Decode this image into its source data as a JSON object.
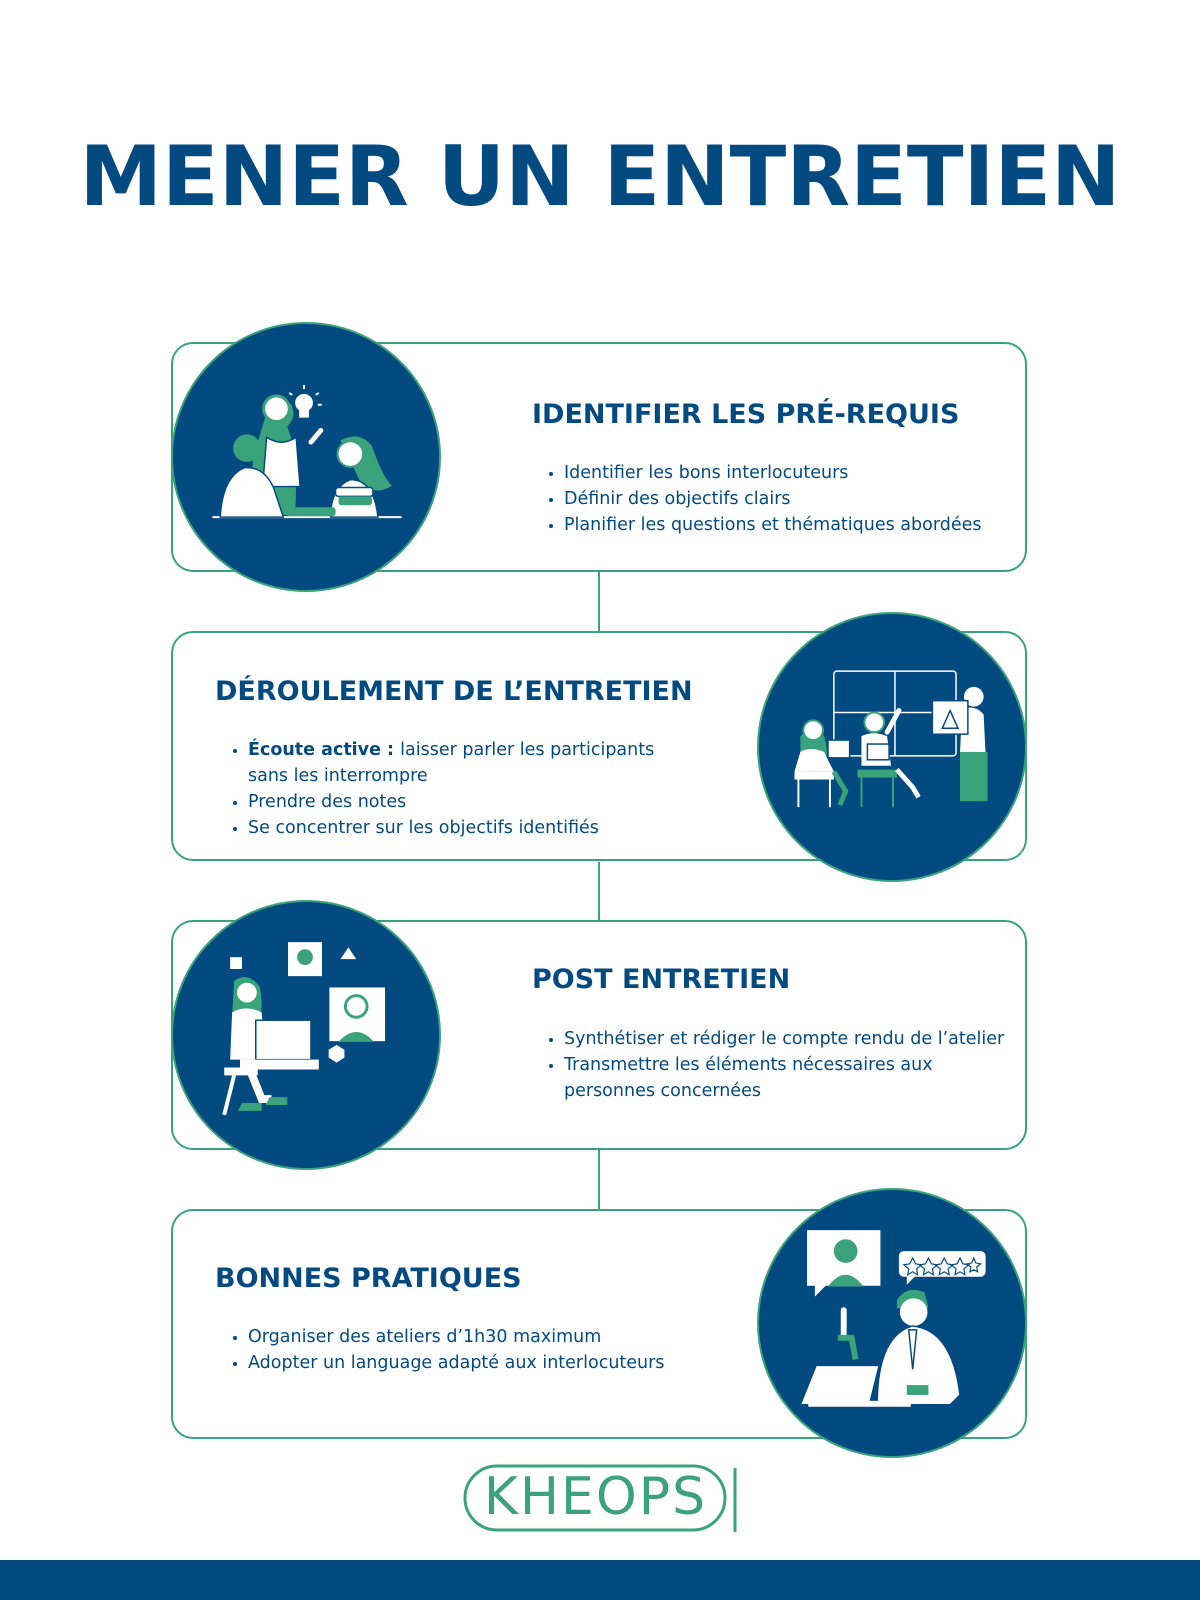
{
  "title": "MENER UN ENTRETIEN",
  "sections": [
    {
      "title": "IDENTIFIER LES PRÉ-REQUIS",
      "items": [
        "Identifier les bons interlocuteurs",
        " Définir des objectifs clairs",
        "Planifier les questions et thématiques abordées"
      ]
    },
    {
      "title": "DÉROULEMENT DE L’ENTRETIEN",
      "items_rich": [
        {
          "bold": "Écoute active : ",
          "text_line1": "laisser parler les participants",
          "text_line2": "sans les interrompre"
        }
      ],
      "items": [
        "Prendre des notes",
        "Se concentrer sur les objectifs identifiés"
      ]
    },
    {
      "title": "POST ENTRETIEN",
      "items": [
        "Synthétiser et rédiger le compte rendu de l’atelier",
        "Transmettre les éléments nécessaires aux"
      ],
      "item2_continuation": "personnes concernées"
    },
    {
      "title": "BONNES PRATIQUES",
      "items": [
        "Organiser des ateliers d’1h30 maximum",
        "Adopter un language adapté aux interlocuteurs"
      ]
    }
  ],
  "logo": "KHEOPS",
  "colors": {
    "navy": "#034a80",
    "green": "#3aa37c",
    "white": "#ffffff"
  },
  "icons": [
    "team-brainstorm-illustration",
    "presentation-meeting-illustration",
    "video-call-illustration",
    "feedback-rating-illustration"
  ]
}
